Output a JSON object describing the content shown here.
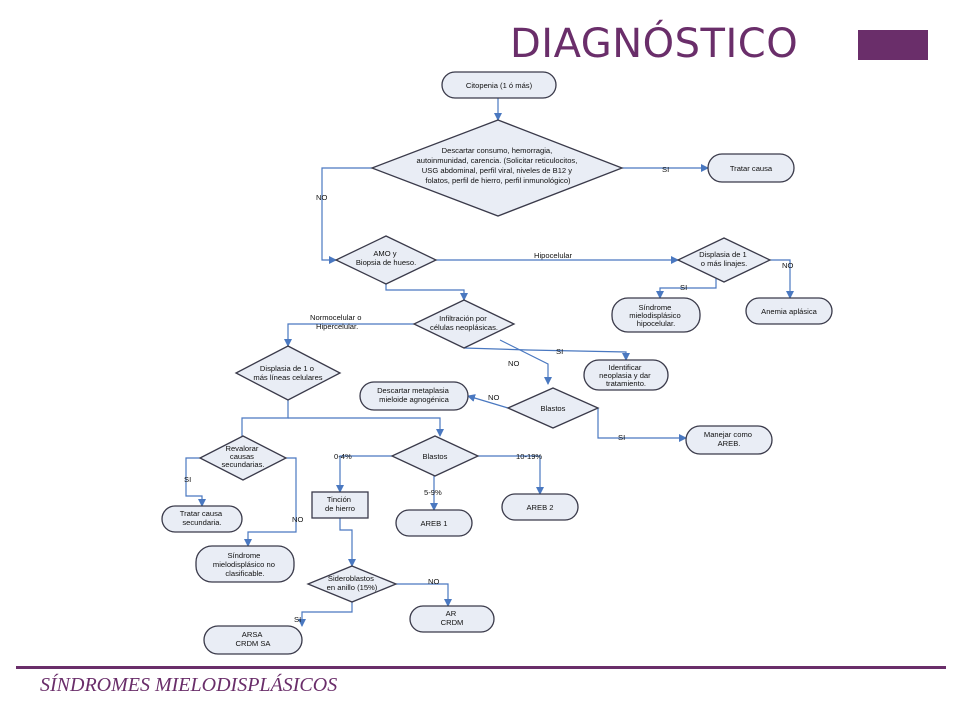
{
  "slide": {
    "title": "DIAGNÓSTICO",
    "footer": "SÍNDROMES MIELODISPLÁSICOS",
    "accent_color": "#6a2e6a",
    "node_fill": "#e9edf5",
    "edge_color": "#4a78c0"
  },
  "nodes": {
    "citopenia": [
      "Citopenia (1 ó más)"
    ],
    "descartar": [
      "Descartar consumo, hemorragia,",
      "autoinmunidad, carencia. (Solicitar reticulocitos,",
      "USG abdominal, perfil viral, niveles de B12 y",
      "folatos, perfil de hierro, perfil inmunológico)"
    ],
    "tratar_causa": [
      "Tratar causa"
    ],
    "amo": [
      "AMO y",
      "Biopsia de hueso."
    ],
    "displasia_linajes": [
      "Displasia de 1",
      "o más linajes."
    ],
    "sindrome_hipocelular": [
      "Síndrome",
      "mielodisplásico",
      "hipocelular."
    ],
    "anemia_aplasica": [
      "Anemia aplásica"
    ],
    "infiltracion": [
      "Infiltración por",
      "células neoplásicas."
    ],
    "identificar": [
      "Identificar",
      "neoplasia y dar",
      "tratamiento."
    ],
    "displasia_lineas": [
      "Displasia de 1 o",
      "más líneas celulares"
    ],
    "descartar_metaplasia": [
      "Descartar metaplasia",
      "mieloide agnogénica"
    ],
    "blastos_top": [
      "Blastos"
    ],
    "manejar": [
      "Manejar como",
      "AREB."
    ],
    "revalorar": [
      "Revalorar",
      "causas",
      "secundarias."
    ],
    "blastos_mid": [
      "Blastos"
    ],
    "tratar_secundaria": [
      "Tratar causa",
      "secundaria."
    ],
    "tincion": [
      "Tinción",
      "de hierro"
    ],
    "areb1": [
      "AREB 1"
    ],
    "areb2": [
      "AREB 2"
    ],
    "sindrome_noclas": [
      "Síndrome",
      "mielodisplásico no",
      "clasificable."
    ],
    "sideroblastos": [
      "Sideroblastos",
      "en anillo (15%)"
    ],
    "ar": [
      "AR",
      "CRDM"
    ],
    "arsa": [
      "ARSA",
      "CRDM SA"
    ]
  },
  "edge_labels": {
    "si_tratar": "SI",
    "no_amo": "NO",
    "hipocelular": "Hipocelular",
    "no_anemia": "NO",
    "si_sindrome": "SI",
    "normocelular": [
      "Normocelular o",
      "Hipercelular."
    ],
    "si_identificar": "SI",
    "no_blastos": "NO",
    "no_metaplasia": "NO",
    "si_manejar": "SI",
    "pct_0_4": "0-4%",
    "pct_5_9": "5-9%",
    "pct_10_19": "10-19%",
    "si_tratar_sec": "SI",
    "no_sindrome": "NO",
    "no_ar": "NO",
    "si_arsa": "SI"
  }
}
